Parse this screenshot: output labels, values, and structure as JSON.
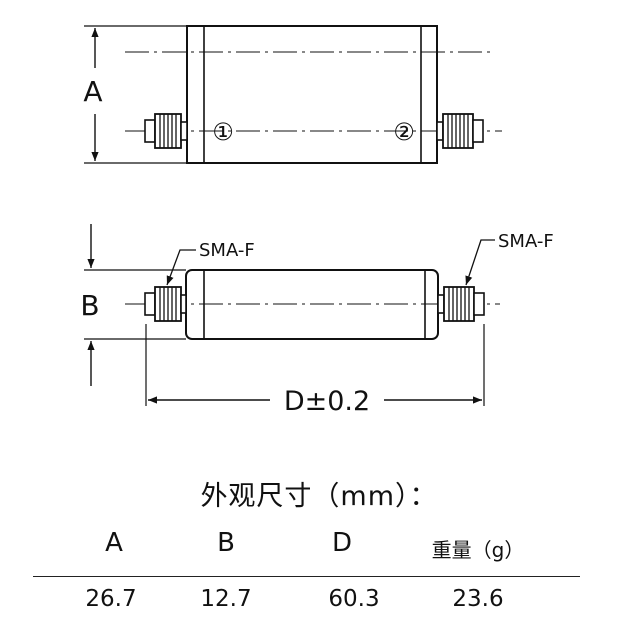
{
  "drawing": {
    "dim_a_label": "A",
    "dim_b_label": "B",
    "dim_d_label": "D±0.2",
    "port1_label": "①",
    "port2_label": "②",
    "connector_left_label": "SMA-F",
    "connector_right_label": "SMA-F"
  },
  "dimensions": {
    "title": "外观尺寸（mm）：",
    "columns": [
      "A",
      "B",
      "D",
      "重量（g）"
    ],
    "values": [
      "26.7",
      "12.7",
      "60.3",
      "23.6"
    ]
  }
}
